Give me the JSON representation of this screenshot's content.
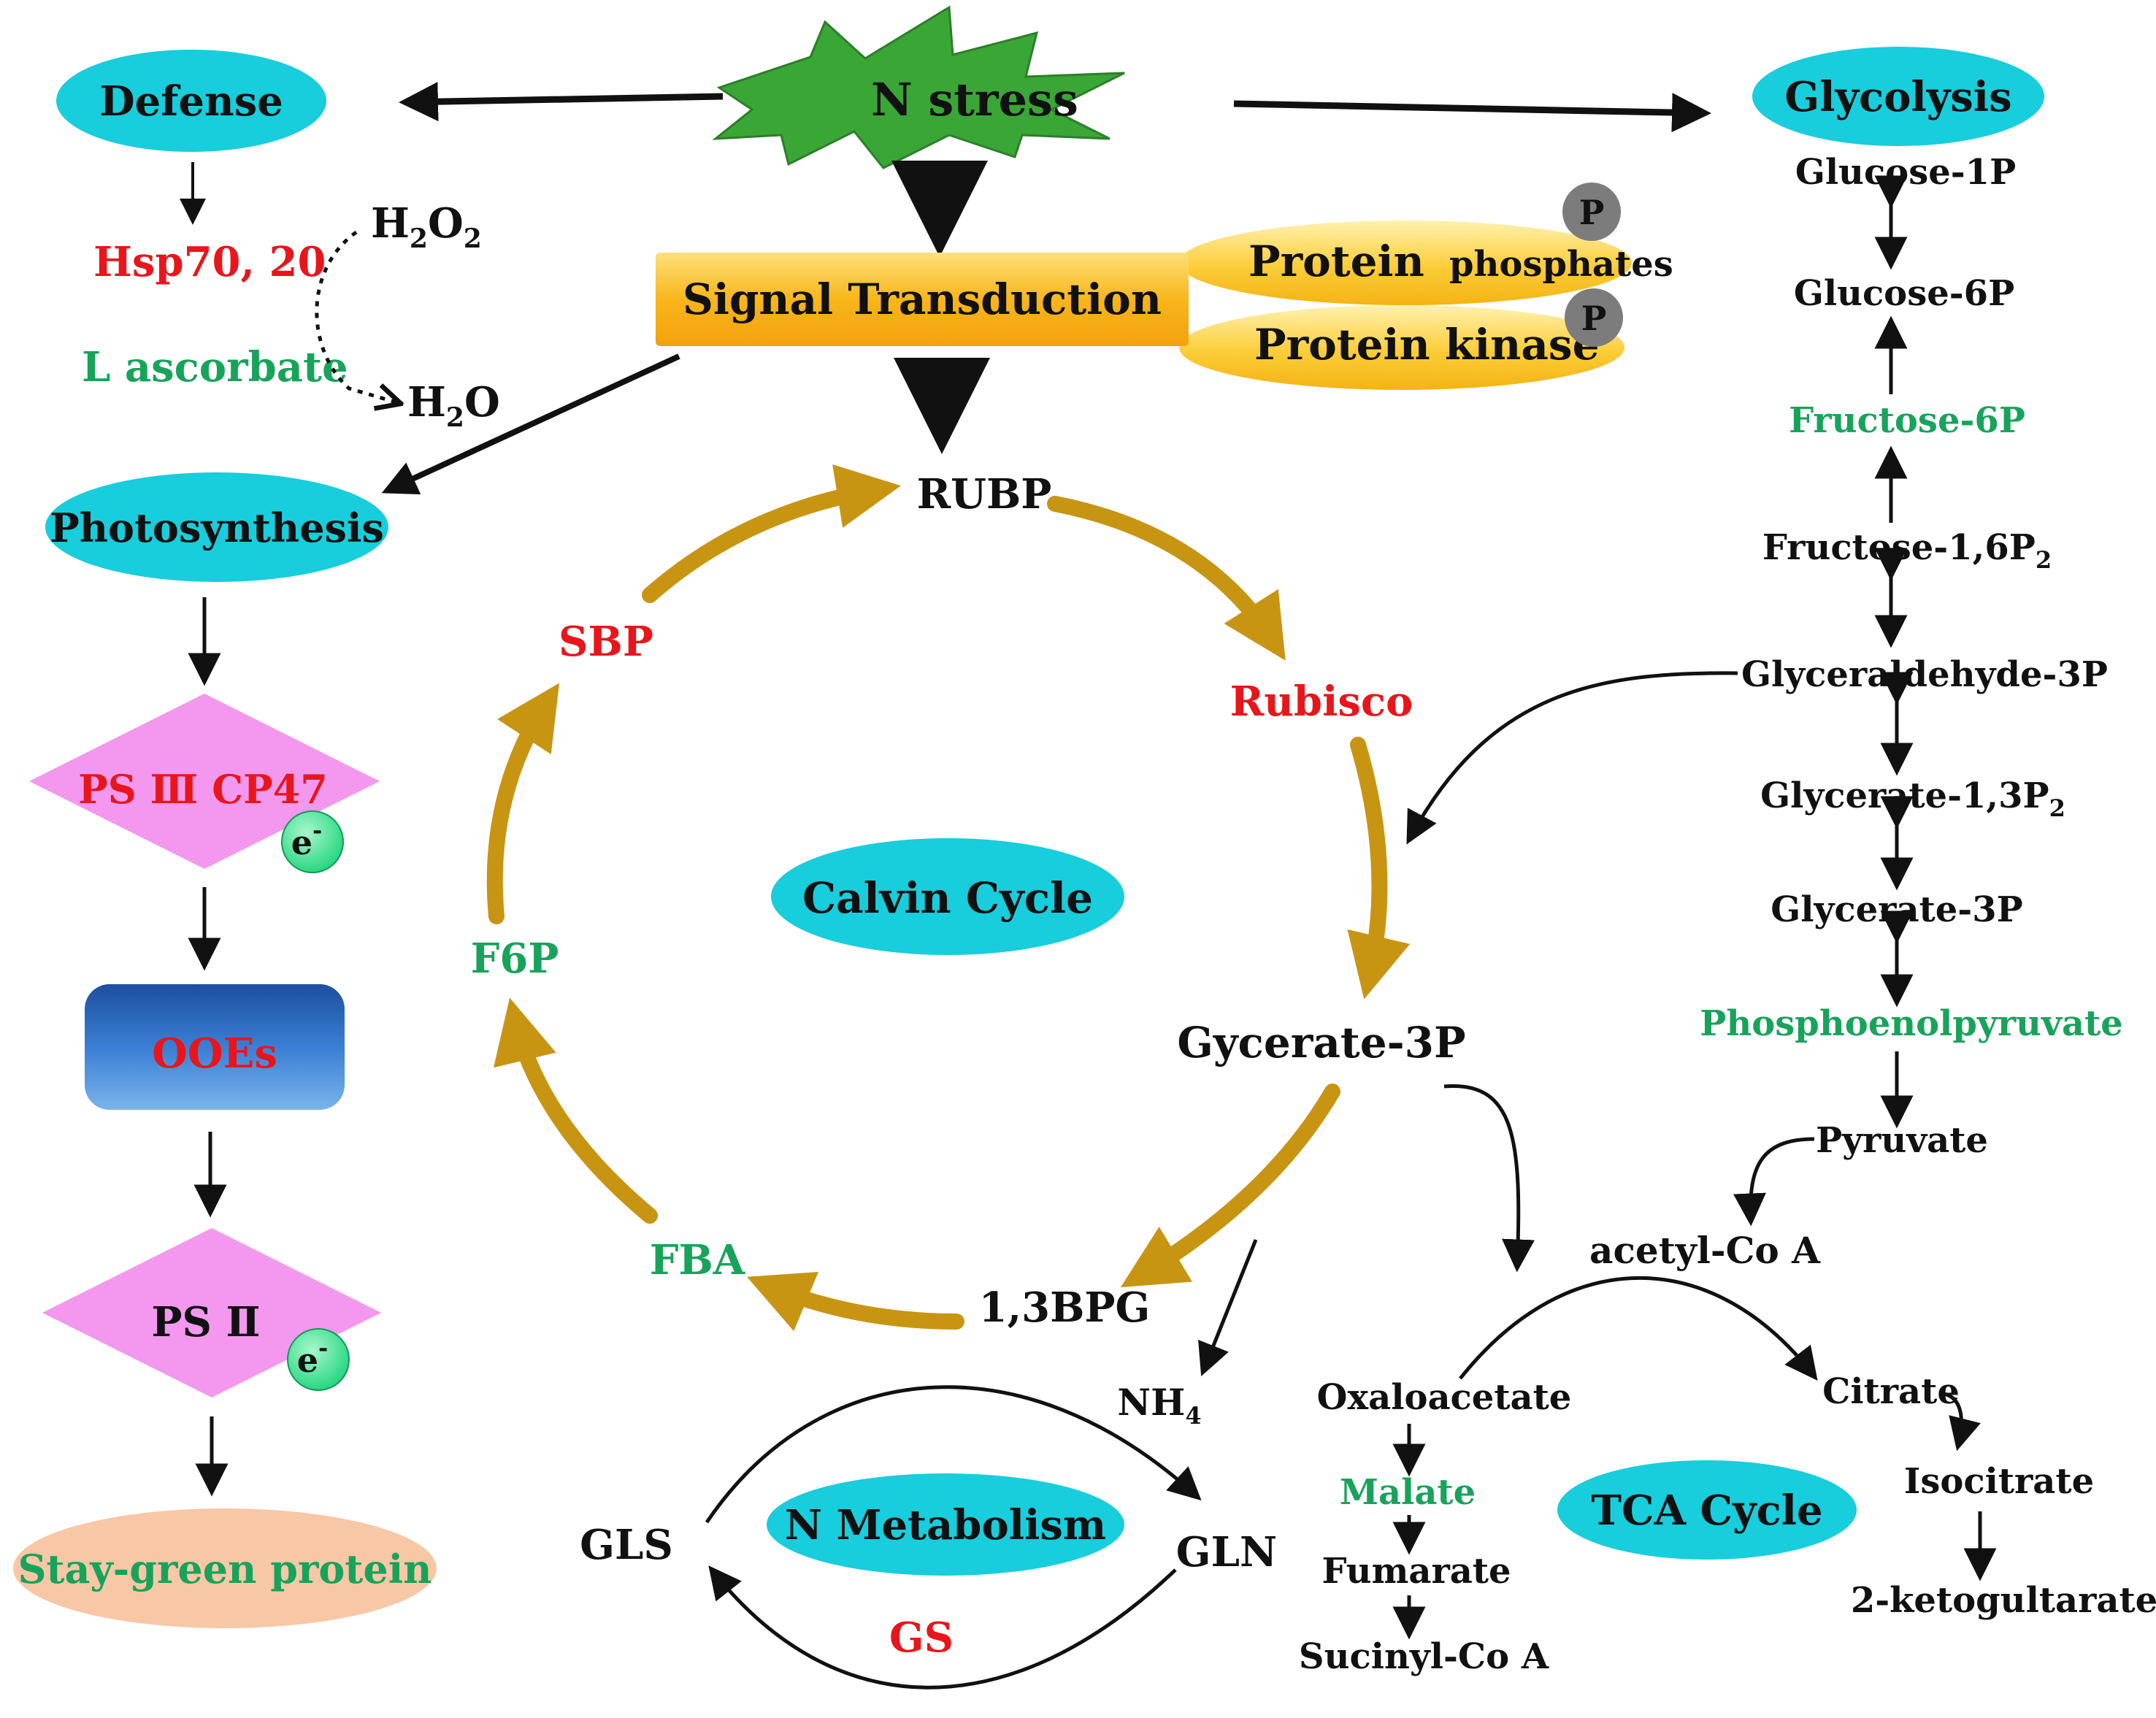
{
  "colors": {
    "node_fill": "#18cddc",
    "pathway_arrow": "#c89513",
    "label_red": "#e8161b",
    "label_green": "#18a35b",
    "label_black": "#111111",
    "star_fill": "#3aa636",
    "signal_box": "#f8b61b",
    "oval_yellow": "#fbcd38",
    "diamond_pink": "#f398ee",
    "ooes_blue": "#2f6fc4",
    "stay_green_peach": "#f8c7a6",
    "electron_green": "#1fd57c",
    "phospho_grey": "#7c7c7c"
  },
  "center": {
    "n_stress": "N stress",
    "signal_transduction": "Signal Transduction",
    "protein_phosphates_main": "Protein",
    "protein_phosphates_sub": "phosphates",
    "protein_kinase": "Protein kinase",
    "phospho_label": "P"
  },
  "defense": {
    "title": "Defense",
    "hsp": "Hsp70, 20",
    "ascorbate": "L ascorbate",
    "h2o2": {
      "base": "H",
      "sub": "2",
      "mid": "O",
      "sub2": "2"
    },
    "h2o": {
      "base": "H",
      "sub": "2",
      "mid": "O"
    }
  },
  "photosynthesis": {
    "title": "Photosynthesis",
    "ps1": "PS Ⅲ CP47",
    "ooes": "OOEs",
    "ps2": "PS Ⅱ",
    "electron": {
      "base": "e",
      "sup": "-"
    },
    "stay_green": "Stay-green protein"
  },
  "calvin": {
    "title": "Calvin Cycle",
    "rubp": "RUBP",
    "rubisco": "Rubisco",
    "gycerate": "Gycerate-3P",
    "bpg": "1,3BPG",
    "fba": "FBA",
    "f6p": "F6P",
    "sbp": "SBP"
  },
  "glycolysis": {
    "title": "Glycolysis",
    "glucose1p": "Glucose-1P",
    "glucose6p": "Glucose-6P",
    "fructose6p": "Fructose-6P",
    "fructose16": {
      "base": "Fructose-1,6P",
      "sub": "2"
    },
    "glyceraldehyde": "Glyceraldehyde-3P",
    "glycerate13": {
      "base": "Glycerate-1,3P",
      "sub": "2"
    },
    "glycerate3p": "Glycerate-3P",
    "pep": "Phosphoenolpyruvate",
    "pyruvate": "Pyruvate"
  },
  "tca": {
    "title": "TCA Cycle",
    "acetyl": "acetyl-Co A",
    "oxaloacetate": "Oxaloacetate",
    "malate": "Malate",
    "fumarate": "Fumarate",
    "sucinyl": "Sucinyl-Co A",
    "citrate": "Citrate",
    "isocitrate": "Isocitrate",
    "ketoglutarate": "2-ketogultarate"
  },
  "nitrogen": {
    "title": "N Metabolism",
    "nh4": {
      "base": "NH",
      "sub": "4"
    },
    "gls": "GLS",
    "gln": "GLN",
    "gs": "GS"
  }
}
